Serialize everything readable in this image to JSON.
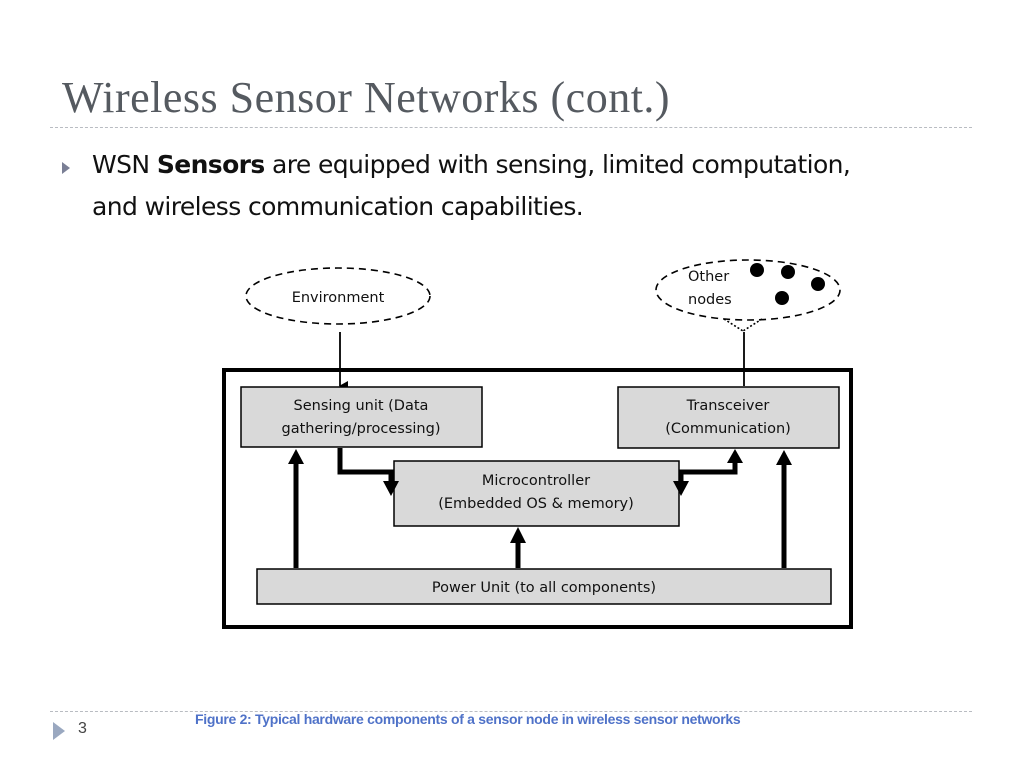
{
  "slide": {
    "title": "Wireless Sensor Networks (cont.)",
    "bullet": {
      "prefix": "WSN ",
      "bold": "Sensors",
      "rest": " are equipped with sensing, limited computation, and wireless communication capabilities."
    },
    "page_number": "3",
    "caption": "Figure 2: Typical hardware components of a sensor node in wireless sensor networks"
  },
  "diagram": {
    "external": {
      "environment": "Environment",
      "other_nodes_line1": "Other",
      "other_nodes_line2": "nodes"
    },
    "components": {
      "sensing_line1": "Sensing unit (Data",
      "sensing_line2": "gathering/processing)",
      "transceiver_line1": "Transceiver",
      "transceiver_line2": "(Communication)",
      "micro_line1": "Microcontroller",
      "micro_line2": "(Embedded OS & memory)",
      "power": "Power Unit (to all components)"
    },
    "colors": {
      "box_fill": "#d9d9d9",
      "stroke": "#000000",
      "caption": "#4f72c8"
    }
  }
}
